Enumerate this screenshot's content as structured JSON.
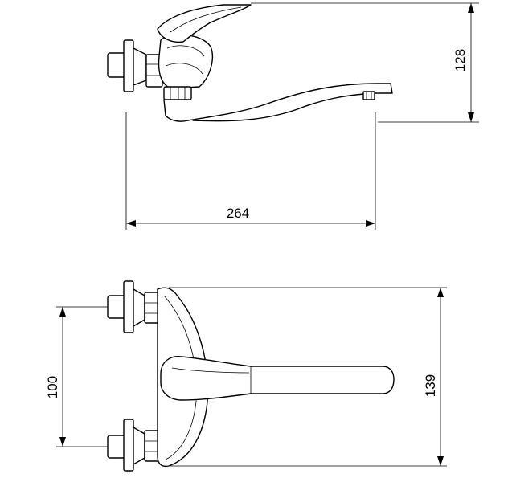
{
  "diagram": {
    "top_view": {
      "dimensions": {
        "height": "128",
        "width": "264"
      }
    },
    "front_view": {
      "dimensions": {
        "spacing": "100",
        "height": "139"
      }
    }
  }
}
